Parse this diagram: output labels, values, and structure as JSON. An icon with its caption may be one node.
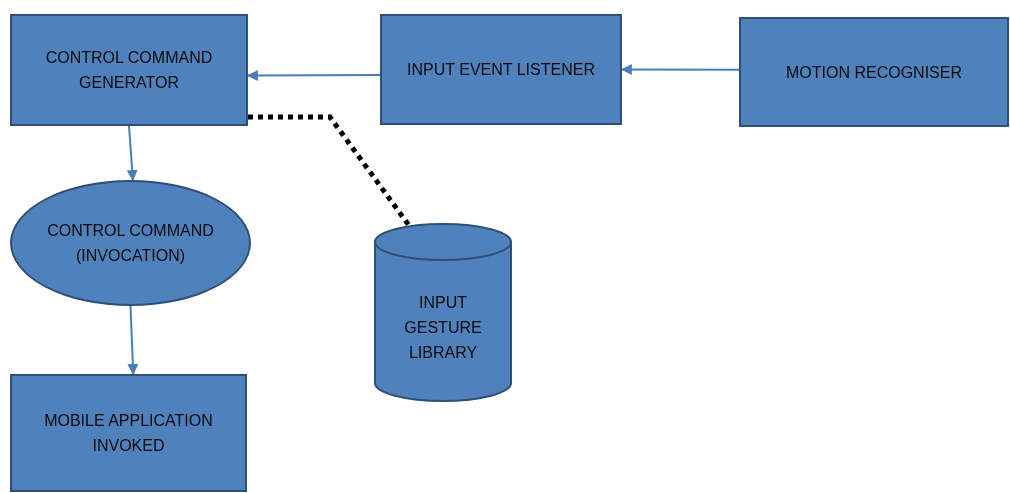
{
  "diagram": {
    "nodes": [
      {
        "text": [
          "CONTROL COMMAND GENERATOR"
        ]
      },
      {
        "text": [
          "INPUT EVENT LISTENER"
        ]
      },
      {
        "text": [
          "MOTION RECOGNISER"
        ]
      },
      {
        "text": [
          "CONTROL COMMAND (INVOCATION)"
        ]
      },
      {
        "text": [
          "INPUT GESTURE LIBRARY"
        ]
      },
      {
        "text": [
          "MOBILE APPLICATION INVOKED"
        ]
      }
    ],
    "edges": [
      {
        "from": 2,
        "to": 1,
        "arrow": "to"
      },
      {
        "from": 1,
        "to": 0,
        "arrow": "to"
      },
      {
        "from": 0,
        "to": 3,
        "arrow": "to"
      },
      {
        "from": 3,
        "to": 5,
        "arrow": "to"
      },
      {
        "from": 0,
        "to": 4,
        "arrow": "none",
        "style": "dashed",
        "color": "#000000"
      }
    ]
  }
}
